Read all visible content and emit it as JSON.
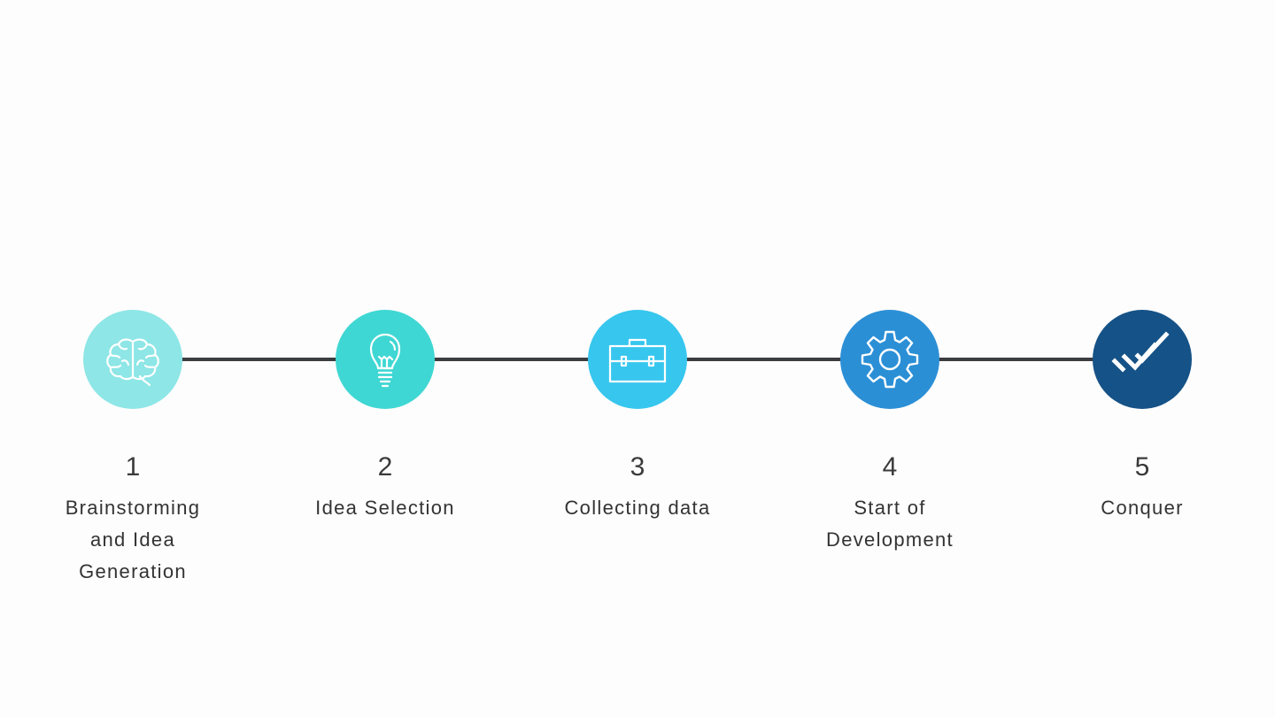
{
  "steps": [
    {
      "number": "1",
      "label": "Brainstorming and Idea Generation",
      "icon": "brain-icon",
      "color": "#8ee6e6"
    },
    {
      "number": "2",
      "label": "Idea Selection",
      "icon": "lightbulb-icon",
      "color": "#3fd7d3"
    },
    {
      "number": "3",
      "label": "Collecting data",
      "icon": "briefcase-icon",
      "color": "#37c6ee"
    },
    {
      "number": "4",
      "label": "Start of Development",
      "icon": "gear-icon",
      "color": "#2b8fd6"
    },
    {
      "number": "5",
      "label": "Conquer",
      "icon": "double-check-icon",
      "color": "#155287"
    }
  ]
}
